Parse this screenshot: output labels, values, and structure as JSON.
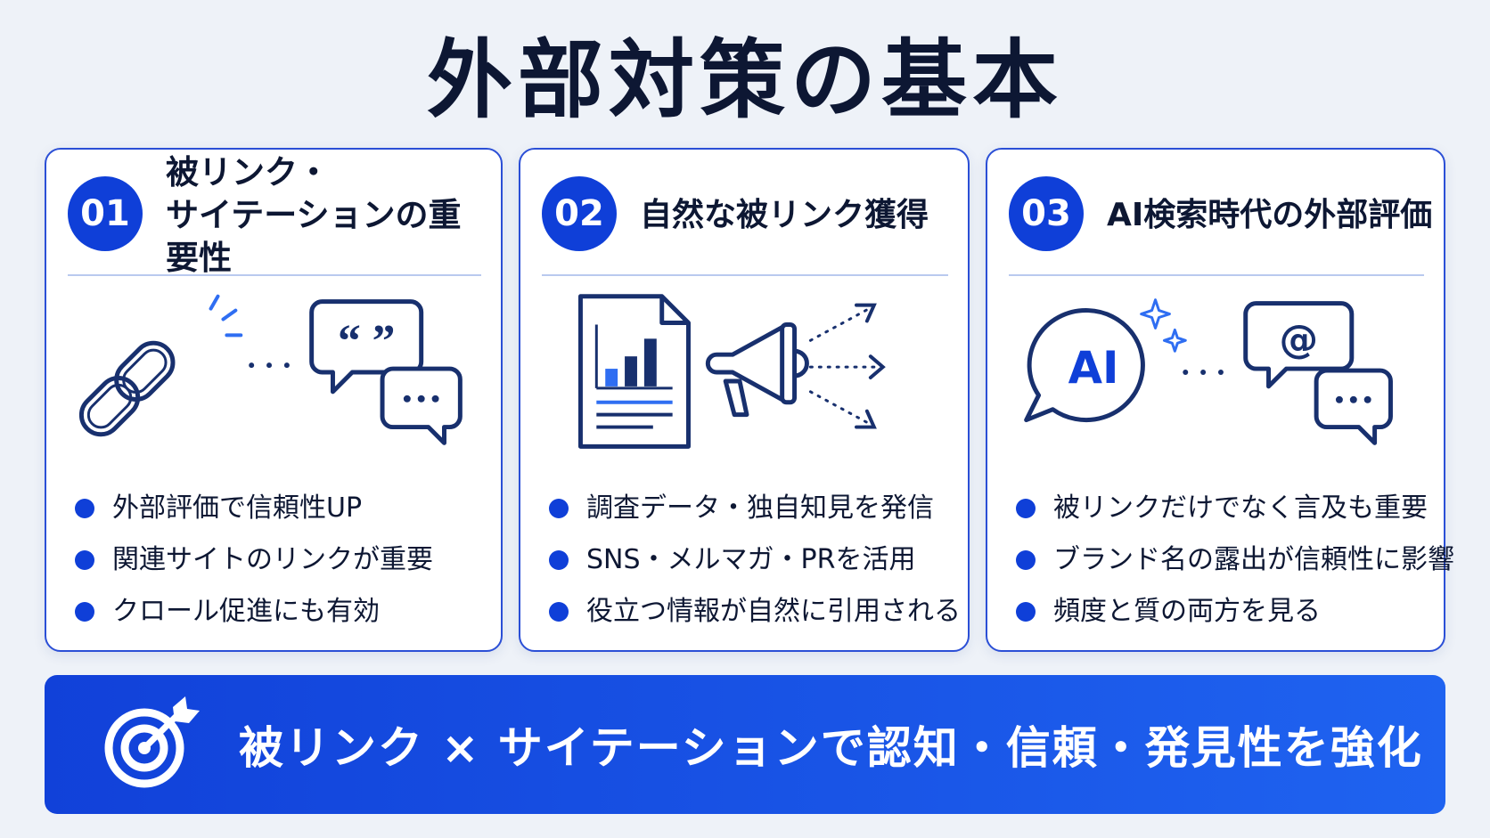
{
  "title": "外部対策の基本",
  "colors": {
    "accent": "#0f3fd8",
    "text": "#0d1733",
    "background": "#eef2f8",
    "divider": "#b9c9ef"
  },
  "cards": [
    {
      "number": "01",
      "title": "被リンク・\nサイテーションの重要性",
      "icons": [
        "chain-link-icon",
        "quote-speech-bubble-icon",
        "chat-bubble-icon"
      ],
      "bullets": [
        "外部評価で信頼性UP",
        "関連サイトのリンクが重要",
        "クロール促進にも有効"
      ]
    },
    {
      "number": "02",
      "title": "自然な被リンク獲得",
      "icons": [
        "bar-chart-document-icon",
        "megaphone-icon",
        "arrows-icon"
      ],
      "bullets": [
        "調査データ・独自知見を発信",
        "SNS・メルマガ・PRを活用",
        "役立つ情報が自然に引用される"
      ]
    },
    {
      "number": "03",
      "title": "AI検索時代の外部評価",
      "icons": [
        "ai-speech-bubble-icon",
        "sparkle-icon",
        "at-sign-bubble-icon",
        "chat-bubble-icon"
      ],
      "bullets": [
        "被リンクだけでなく言及も重要",
        "ブランド名の露出が信頼性に影響",
        "頻度と質の両方を見る"
      ]
    }
  ],
  "illustration": {
    "ai_label": "AI",
    "at_label": "@"
  },
  "banner": {
    "icon": "target-icon",
    "text": "被リンク × サイテーションで認知・信頼・発見性を強化"
  }
}
